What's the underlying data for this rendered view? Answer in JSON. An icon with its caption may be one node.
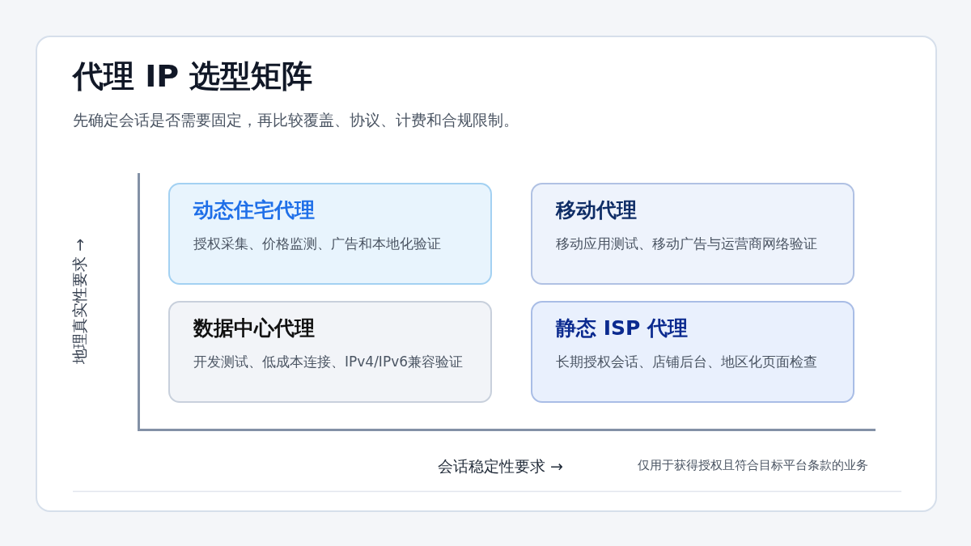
{
  "diagram": {
    "title": "代理 IP 选型矩阵",
    "nodes": [
      {
        "text": [
          "动态住宅代理",
          "授权采集、价格监测、广告和本地化验证"
        ]
      },
      {
        "text": [
          "移动代理",
          "移动应用测试、移动广告与运营商网络验证"
        ]
      },
      {
        "text": [
          "数据中心代理",
          "开发测试、低成本连接、IPv4/IPv6兼容验证"
        ]
      },
      {
        "text": [
          "静态 ISP 代理",
          "长期授权会话、店铺后台、地区化页面检查"
        ]
      }
    ],
    "edges": [],
    "labels": [
      "先确定会话是否需要固定，再比较覆盖、协议、计费和合规限制。",
      "地理真实性要求 →",
      "会话稳定性要求 →",
      "仅用于获得授权且符合目标平台条款的业务"
    ]
  }
}
